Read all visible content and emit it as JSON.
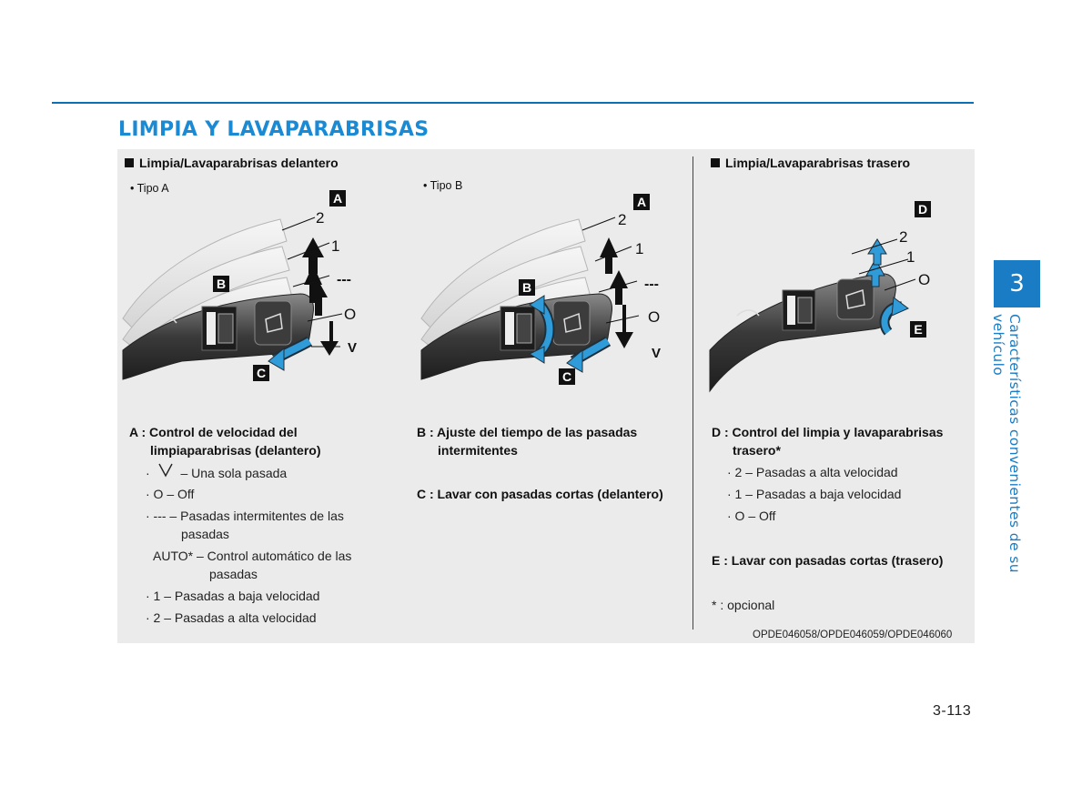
{
  "page": {
    "title": "LIMPIA Y LAVAPARABRISAS",
    "page_number": "3-113",
    "chapter_number": "3",
    "chapter_title": "Características convenientes de su vehículo",
    "image_code": "OPDE046058/OPDE046059/OPDE046060"
  },
  "front": {
    "heading": "Limpia/Lavaparabrisas delantero",
    "tipo_a": "• Tipo A",
    "tipo_b": "• Tipo B"
  },
  "rear": {
    "heading": "Limpia/Lavaparabrisas trasero"
  },
  "labels": {
    "A": "A",
    "B": "B",
    "C": "C",
    "D": "D",
    "E": "E",
    "n2": "2",
    "n1": "1",
    "dash": "---",
    "off": "O",
    "mist": "V"
  },
  "desc_a": {
    "l1": "A : Control de velocidad del",
    "l2": "limpiaparabrisas (delantero)",
    "mist_prefix": "·",
    "mist": "– Una sola pasada",
    "off": "· O  – Off",
    "int1": "· --- – Pasadas intermitentes de las",
    "int2": "pasadas",
    "auto1": "AUTO* – Control automático de las",
    "auto2": "pasadas",
    "low": "· 1 – Pasadas a baja velocidad",
    "high": "· 2  – Pasadas a alta velocidad"
  },
  "desc_b": {
    "l1": "B : Ajuste del tiempo de las pasadas",
    "l2": "intermitentes",
    "c": "C : Lavar con pasadas cortas (delantero)"
  },
  "desc_d": {
    "l1": "D : Control del limpia y lavaparabrisas",
    "l2": "trasero*",
    "high": "· 2 – Pasadas a alta velocidad",
    "low": "· 1 – Pasadas a baja velocidad",
    "off": "· O  – Off",
    "e": "E : Lavar con pasadas cortas (trasero)",
    "note": "* : opcional"
  },
  "colors": {
    "accent": "#1a8ad4",
    "chapter": "#1a7cc4",
    "rule": "#0a6fb6",
    "panel": "#ebebeb",
    "arrow_blue": "#2f9bd8"
  }
}
